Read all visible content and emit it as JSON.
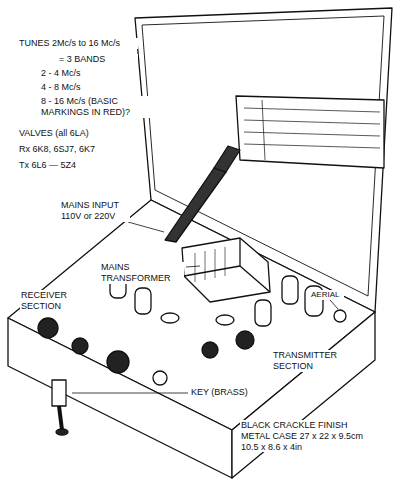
{
  "diagram": {
    "labels": [
      "TUNES 2Mc/s to 16 Mc/s",
      "= 3 BANDS",
      "2 - 4 Mc/s",
      "4 - 8 Mc/s",
      "8 - 16 Mc/s (BASIC MARKINGS IN RED)?",
      "VALVES (all 6LA)",
      "Rx 6K8, 6SJ7, 6K7",
      "Tx 6L6 — 5Z4",
      "MAINS INPUT 110V or 220V",
      "MAINS TRANSFORMER",
      "RECEIVER SECTION",
      "TRANSMITTER SECTION",
      "AERIAL",
      "KEY (BRASS)",
      "BLACK CRACKLE FINISH METAL CASE 27 x 22 x 9.5cm 10.5 x 8.6 x 4in"
    ]
  }
}
